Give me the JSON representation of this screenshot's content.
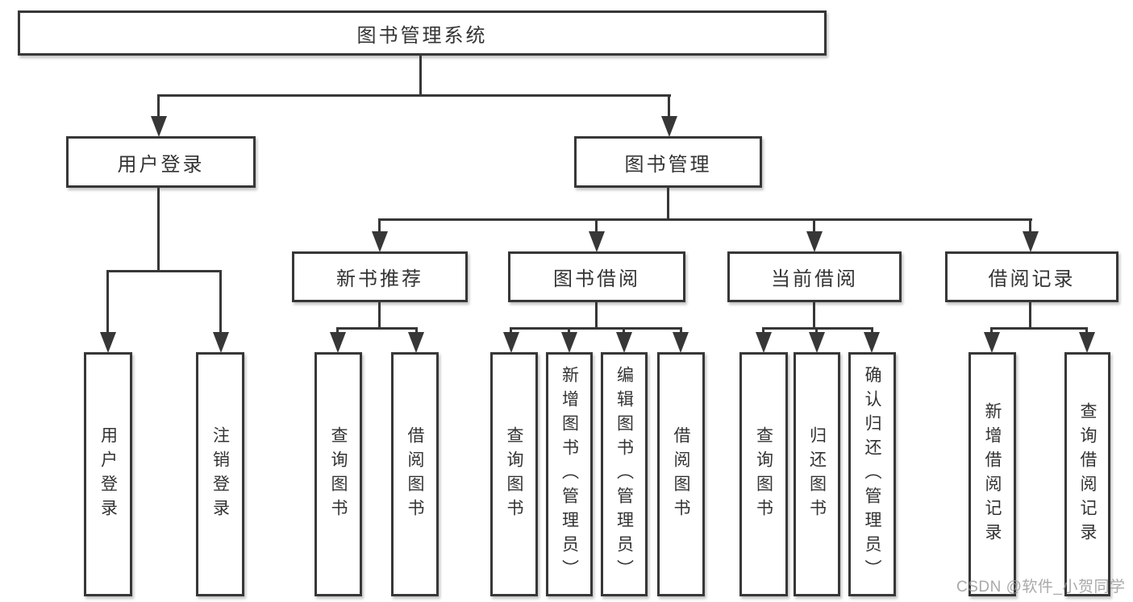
{
  "diagram": {
    "root": "图书管理系统",
    "level2": {
      "user_login": "用户登录",
      "book_management": "图书管理"
    },
    "level3": {
      "new_book_recommend": "新书推荐",
      "book_borrow": "图书借阅",
      "current_borrow": "当前借阅",
      "borrow_records": "借阅记录"
    },
    "level4": {
      "under_user_login": [
        "用户登录",
        "注销登录"
      ],
      "under_new_book_recommend": [
        "查询图书",
        "借阅图书"
      ],
      "under_book_borrow": [
        "查询图书",
        "新增图书（管理员）",
        "编辑图书（管理员）",
        "借阅图书"
      ],
      "under_current_borrow": [
        "查询图书",
        "归还图书",
        "确认归还（管理员）"
      ],
      "under_borrow_records": [
        "新增借阅记录",
        "查询借阅记录"
      ]
    }
  },
  "watermark": {
    "text": "CSDN @软件_小贺同学",
    "color": "#969696"
  },
  "colors": {
    "line": "#373737",
    "text": "#333333",
    "background": "#ffffff"
  }
}
